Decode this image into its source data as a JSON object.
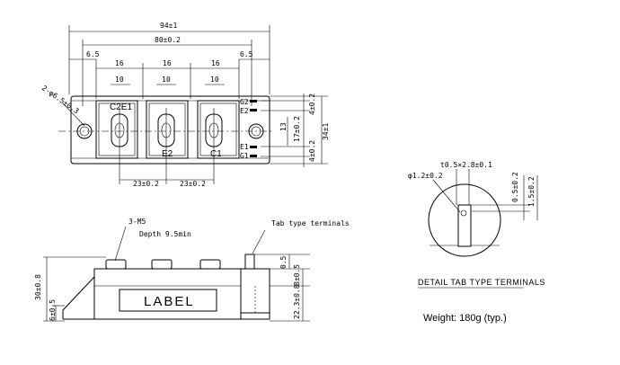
{
  "top_view": {
    "dim_overall": "94±1",
    "dim_mount": "80±0.2",
    "dim_left_edge": "6.5",
    "dim_right_edge": "6.5",
    "dim_cell_a": "16",
    "dim_cell_b": "16",
    "dim_cell_c": "16",
    "dim_term_a": "10",
    "dim_term_b": "10",
    "dim_term_c": "10",
    "dim_hole": "2-φ6.5±0.3",
    "terminal_c2e1": "C2E1",
    "terminal_e2": "E2",
    "terminal_c1": "C1",
    "pin_g2": "G2",
    "pin_e2": "E2",
    "pin_e1": "E1",
    "pin_g1": "G1",
    "dim_pitch_left": "23±0.2",
    "dim_pitch_right": "23±0.2",
    "dim_13": "13",
    "dim_17": "17±0.2",
    "dim_4_top": "4±0.2",
    "dim_4_bottom": "4±0.2",
    "dim_34": "34±1"
  },
  "side_view": {
    "screw_note": "3-M5",
    "depth_note": "Depth 9.5min",
    "tab_note": "Tab type terminals",
    "label_text": "LABEL",
    "dim_30": "30±0.8",
    "dim_6": "6±0.5",
    "dim_0_5": "0.5",
    "dim_8": "8±0.5",
    "dim_22": "22.3±0.8"
  },
  "detail": {
    "title": "DETAIL TAB TYPE TERMINALS",
    "dim_hole": "φ1.2±0.2",
    "dim_tab": "t0.5×2.8±0.1",
    "dim_0_5": "0.5±0.2",
    "dim_1_5": "1.5±0.2"
  },
  "weight": "Weight: 180g (typ.)"
}
